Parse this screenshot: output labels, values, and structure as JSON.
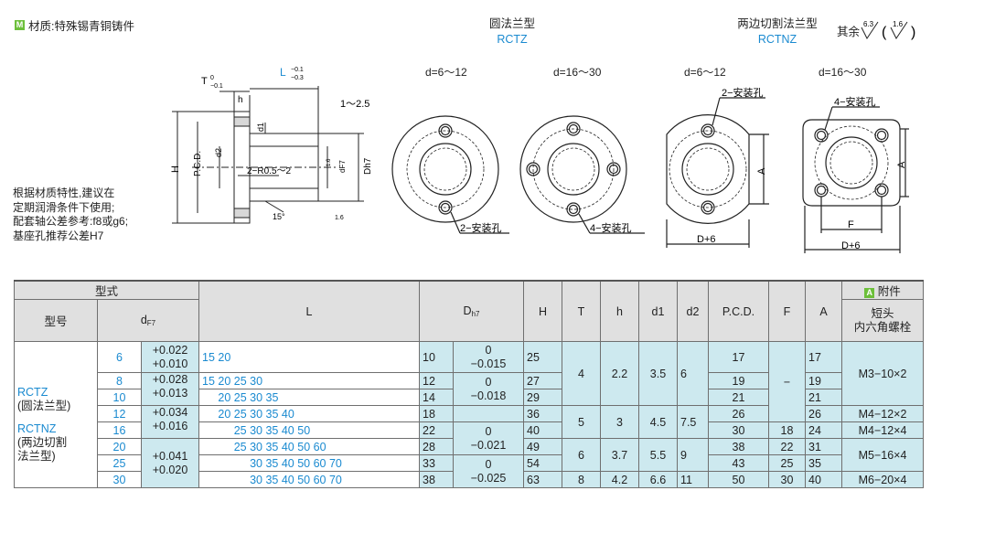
{
  "header": {
    "badge": "M",
    "material": "材质:特殊锡青铜铸件",
    "round_type_cn": "圆法兰型",
    "round_type_code": "RCTZ",
    "cut_type_cn": "两边切割法兰型",
    "cut_type_code": "RCTNZ",
    "roughness_prefix": "其余",
    "roughness_1": "6.3",
    "roughness_2": "1.6"
  },
  "note": "根据材质特性,建议在\n定期润滑条件下使用;\n配套轴公差参考:f8或g6;\n基座孔推荐公差H7",
  "drawing": {
    "T": "T",
    "T_tol_up": "0",
    "T_tol_dn": "−0.1",
    "L": "L",
    "L_tol_up": "−0.1",
    "L_tol_dn": "−0.3",
    "gap": "1～2.5",
    "h": "h",
    "d1": "d1",
    "d2": "d2",
    "H": "H",
    "pcd": "P.C.D.",
    "dF7": "dF7",
    "Dh7": "Dh7",
    "radius": "2−R0.5～2",
    "angle": "15°",
    "r16a": "1.6",
    "r16b": "1.6"
  },
  "views": {
    "v1_range": "d=6～12",
    "v1_holes": "2−安装孔",
    "v2_range": "d=16～30",
    "v2_holes": "4−安装孔",
    "v3_range": "d=6～12",
    "v3_holes": "2−安装孔",
    "v3_A": "A",
    "v3_D6": "D+6",
    "v4_range": "d=16～30",
    "v4_holes": "4−安装孔",
    "v4_A": "A",
    "v4_F": "F",
    "v4_D6": "D+6"
  },
  "table": {
    "h_type": "型式",
    "h_model": "型号",
    "h_d": "d",
    "h_d_sub": "F7",
    "h_L": "L",
    "h_D": "D",
    "h_D_sub": "h7",
    "h_H": "H",
    "h_T": "T",
    "h_h": "h",
    "h_d1": "d1",
    "h_d2": "d2",
    "h_pcd": "P.C.D.",
    "h_F": "F",
    "h_A": "A",
    "h_acc_badge": "A",
    "h_acc": "附件",
    "h_bolt": "短头\n内六角螺栓",
    "model_rctz": "RCTZ",
    "model_rctz_cn": "(圆法兰型)",
    "model_rctnz": "RCTNZ",
    "model_rctnz_cn": "(两边切割\n法兰型)",
    "d": [
      "6",
      "8",
      "10",
      "12",
      "16",
      "20",
      "25",
      "30"
    ],
    "tol": [
      "+0.022\n+0.010",
      "+0.028\n+0.013",
      "+0.034\n+0.016",
      "+0.041\n+0.020"
    ],
    "L": [
      "15 20",
      "15 20 25 30",
      "     20 25 30 35",
      "     20 25 30 35 40",
      "          25 30 35 40 50",
      "          25 30 35 40 50 60",
      "               30 35 40 50 60 70",
      "               30 35 40 50 60 70"
    ],
    "D": [
      "10",
      "12",
      "14",
      "18",
      "22",
      "28",
      "33",
      "38"
    ],
    "Dtol": [
      "0\n−0.015",
      "0\n−0.018",
      "0\n−0.021",
      "0\n−0.025"
    ],
    "H": [
      "25",
      "27",
      "29",
      "36",
      "40",
      "49",
      "54",
      "63"
    ],
    "T": [
      "4",
      "5",
      "6",
      "8"
    ],
    "h": [
      "2.2",
      "3",
      "3.7",
      "4.2"
    ],
    "d1": [
      "3.5",
      "4.5",
      "5.5",
      "6.6"
    ],
    "d2": [
      "6",
      "7.5",
      "9",
      "11"
    ],
    "pcd": [
      "17",
      "19",
      "21",
      "26",
      "30",
      "38",
      "43",
      "50"
    ],
    "F": [
      "−",
      "18",
      "22",
      "25",
      "30"
    ],
    "A": [
      "17",
      "19",
      "21",
      "26",
      "24",
      "31",
      "35",
      "40"
    ],
    "bolt": [
      "M3−10×2",
      "M4−12×2",
      "M4−12×4",
      "M5−16×4",
      "M6−20×4"
    ]
  }
}
